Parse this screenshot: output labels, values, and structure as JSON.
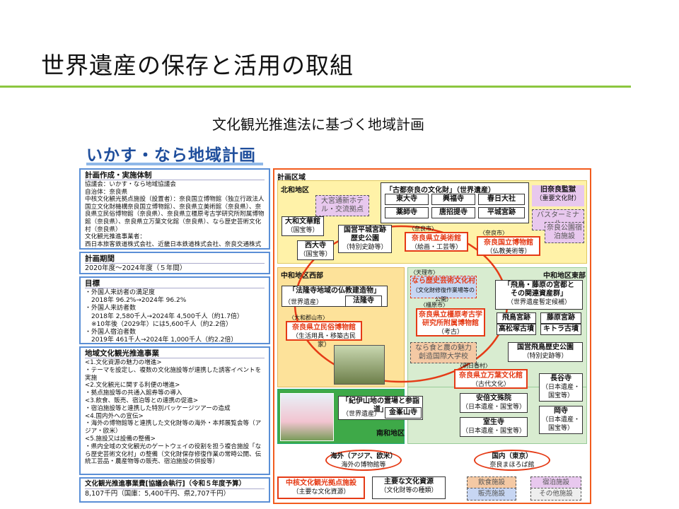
{
  "page_title": "世界遺産の保存と活用の取組",
  "subtitle": "文化観光推進法に基づく地域計画",
  "plan_title": "いかす・なら地域計画",
  "left": {
    "structure": {
      "head": "計画作成・実施体制",
      "body": "協議会：いかす・なら地域協議会\n自治体：奈良県\n中核文化観光拠点施設（設置者）：奈良国立博物館（独立行政法人国立文化財機構奈良国立博物館）、奈良県立美術館（奈良県）、奈良県立民俗博物館（奈良県）、奈良県立橿原考古学研究所附属博物館（奈良県）、奈良県立万葉文化館（奈良県）、なら歴史芸術文化村（奈良県）\n文化観光推進事業者：\n西日本旅客鉄道株式会社、近畿日本鉄道株式会社、奈良交通株式会社"
    },
    "period": {
      "head": "計画期間",
      "body": "2020年度～2024年度（５年間）"
    },
    "goals": {
      "head": "目標",
      "body": "・外国人来訪者の満足度\n　2018年 96.2%→2024年 96.2%\n・外国人来訪者数\n　2018年 2,580千人→2024年 4,500千人（約1.7倍）\n　※10年後（2029年）には5,600千人（約2.2倍）\n・外国人宿泊者数\n　2019年 461千人→2024年 1,000千人（約2.2倍）"
    },
    "projects": {
      "head": "地域文化観光推進事業",
      "body": "<1.文化資源の魅力の増進>\n・テーマを設定し、複数の文化施設等が連携した誘客イベントを実施\n<2.文化観光に関する利便の増進>\n・拠点施設等の共通入館券等の導入\n<3.飲食、販売、宿泊等との連携の促進>\n・宿泊施設等と連携した特別パッケージツアーの造成\n<4.国内外への宣伝>\n・海外の博物館等と連携した文化財等の海外・本邦展覧会等（アジア・欧米）\n<5.施設又は設備の整備>\n・県内全域の文化観光のゲートウェイの役割を担う複合施設「なら歴史芸術文化村」の整備（文化財保存修復作業の常時公開、伝統工芸品・農産物等の販売、宿泊施設の併設等）"
    },
    "budget": {
      "head": "文化観光推進事業費[協議会執行]（令和５年度予算）",
      "body": "8,107千円（国庫：5,400千円、県2,707千円）"
    }
  },
  "map": {
    "area_label": "計画区域",
    "zones": {
      "north": "北和地区",
      "northwest": "中和地区西部",
      "northeast": "中和地区東部",
      "south": "南和地区"
    },
    "koto": {
      "title": "「古都奈良の文化財」（世界遺産）",
      "items": [
        "東大寺",
        "興福寺",
        "春日大社",
        "薬師寺",
        "唐招提寺",
        "平城宮跡"
      ]
    },
    "kyu_nara": {
      "t1": "旧奈良監獄",
      "t2": "（重要文化財）"
    },
    "hotel": "大宮通新ホテル・交流拠点",
    "bus": "バスターミナル",
    "koen": "奈良公園宿泊施設",
    "bunkakan": {
      "t1": "大和文華館",
      "t2": "（国宝等）"
    },
    "saidaiji": {
      "t1": "西大寺",
      "t2": "（国宝等）"
    },
    "heijo": {
      "t1": "国営平城宮跡",
      "t2": "歴史公園",
      "t3": "（特別史跡等）"
    },
    "bijutsu": {
      "city": "〈奈良市〉",
      "t1": "奈良県立美術館",
      "t2": "（絵画・工芸等）"
    },
    "hakubutsu": {
      "city": "〈奈良市〉",
      "t1": "奈良国立博物館",
      "t2": "（仏教美術等）"
    },
    "horyuji": {
      "t1": "「法隆寺地域の仏教建造物」",
      "t2": "（世界遺産）",
      "t3": "法隆寺"
    },
    "minzoku": {
      "city": "〈大和郡山市〉",
      "t1": "奈良県立民俗博物館",
      "t2": "（生活用具・移築古民家）"
    },
    "bunkamura": {
      "city": "〈天理市〉",
      "t1": "なら歴史芸術文化村",
      "t2": "（文化財修復作業場等の公開）"
    },
    "kashihara": {
      "city": "〈橿原市〉",
      "t1": "奈良県立橿原考古学",
      "t2": "研究所附属博物館",
      "t3": "（考古）"
    },
    "nogaku": {
      "t1": "なら食と農の魅力",
      "t2": "創造国際大学校"
    },
    "asuka": {
      "t1": "「飛鳥・藤原の宮都と",
      "t2": "その関連資産群」",
      "t3": "（世界遺産暫定候補）",
      "items": [
        "飛鳥宮跡",
        "藤原宮跡",
        "高松塚古墳",
        "キトラ古墳"
      ]
    },
    "asuka_park": {
      "t1": "国営飛鳥歴史公園",
      "t2": "（特別史跡等）"
    },
    "manyo": {
      "city": "〈明日香村〉",
      "t1": "奈良県立万葉文化館",
      "t2": "（古代文化）"
    },
    "hasedera": {
      "t1": "長谷寺",
      "t2": "（日本遺産・国宝等）"
    },
    "abemonju": {
      "t1": "安倍文殊院",
      "t2": "（日本遺産・国宝等）"
    },
    "muroji": {
      "t1": "室生寺",
      "t2": "（日本遺産・国宝等）"
    },
    "okadera": {
      "t1": "岡寺",
      "t2": "（日本遺産・国宝等）"
    },
    "kii": {
      "t1": "「紀伊山地の霊場と参詣道」",
      "t2": "（世界遺産）",
      "t3": "金峯山寺"
    },
    "overseas": {
      "t1": "海外（アジア、欧米）",
      "t2": "海外の博物館等"
    },
    "domestic": {
      "t1": "国内（東京）",
      "t2": "奈良まほろば館"
    }
  },
  "legend": {
    "core": "中核文化観光拠点施設",
    "core_sub": "（主要な文化資源）",
    "main": "主要な文化資源",
    "main_sub": "（文化財等の種類）",
    "food": "飲食施設",
    "sales": "販売施設",
    "stay": "宿泊施設",
    "other": "その他施設"
  },
  "colors": {
    "accent_green": "#8cc63f",
    "plan_blue": "#1f4e9c",
    "border_orange": "#f25c1e",
    "north_bg": "#fff2a8",
    "west_bg": "#fde29a",
    "east_bg": "#d8ecd0",
    "south_bg": "#3ea948"
  }
}
